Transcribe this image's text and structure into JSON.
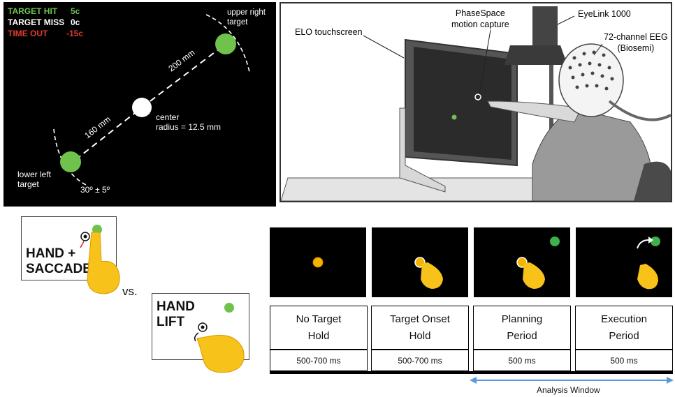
{
  "legend": {
    "hit": {
      "label": "TARGET HIT",
      "value": "5c",
      "color": "#6fc24c"
    },
    "miss": {
      "label": "TARGET MISS",
      "value": "0c",
      "color": "#ffffff"
    },
    "timeout": {
      "label": "TIME OUT",
      "value": "-15c",
      "color": "#e23b2e"
    }
  },
  "task": {
    "upper_right_label": [
      "upper right",
      "target"
    ],
    "lower_left_label": [
      "lower left",
      "target"
    ],
    "center_label": [
      "center",
      "radius = 12.5 mm"
    ],
    "dist_upper": "200 mm",
    "dist_lower": "160 mm",
    "angle": "30º ± 5º",
    "target_color": "#6fc24c"
  },
  "setup": {
    "elo": "ELO touchscreen",
    "phasespace": [
      "PhaseSpace",
      "motion capture"
    ],
    "eyelink": "EyeLink 1000",
    "eeg": [
      "72-channel EEG",
      "(Biosemi)"
    ]
  },
  "conditions": {
    "hand_saccade": [
      "HAND +",
      "SACCADE"
    ],
    "vs": "vs.",
    "hand_lift": [
      "HAND",
      "LIFT"
    ]
  },
  "phases": [
    {
      "name": [
        "No Target",
        "Hold"
      ],
      "duration": "500-700 ms"
    },
    {
      "name": [
        "Target Onset",
        "Hold"
      ],
      "duration": "500-700 ms"
    },
    {
      "name": [
        "Planning",
        "Period"
      ],
      "duration": "500 ms"
    },
    {
      "name": [
        "Execution",
        "Period"
      ],
      "duration": "500 ms"
    }
  ],
  "analysis_window": "Analysis Window",
  "colors": {
    "accent_orange": "#f5b400",
    "hand_yellow": "#f7c21a",
    "arrow_blue": "#5b9bd5"
  }
}
